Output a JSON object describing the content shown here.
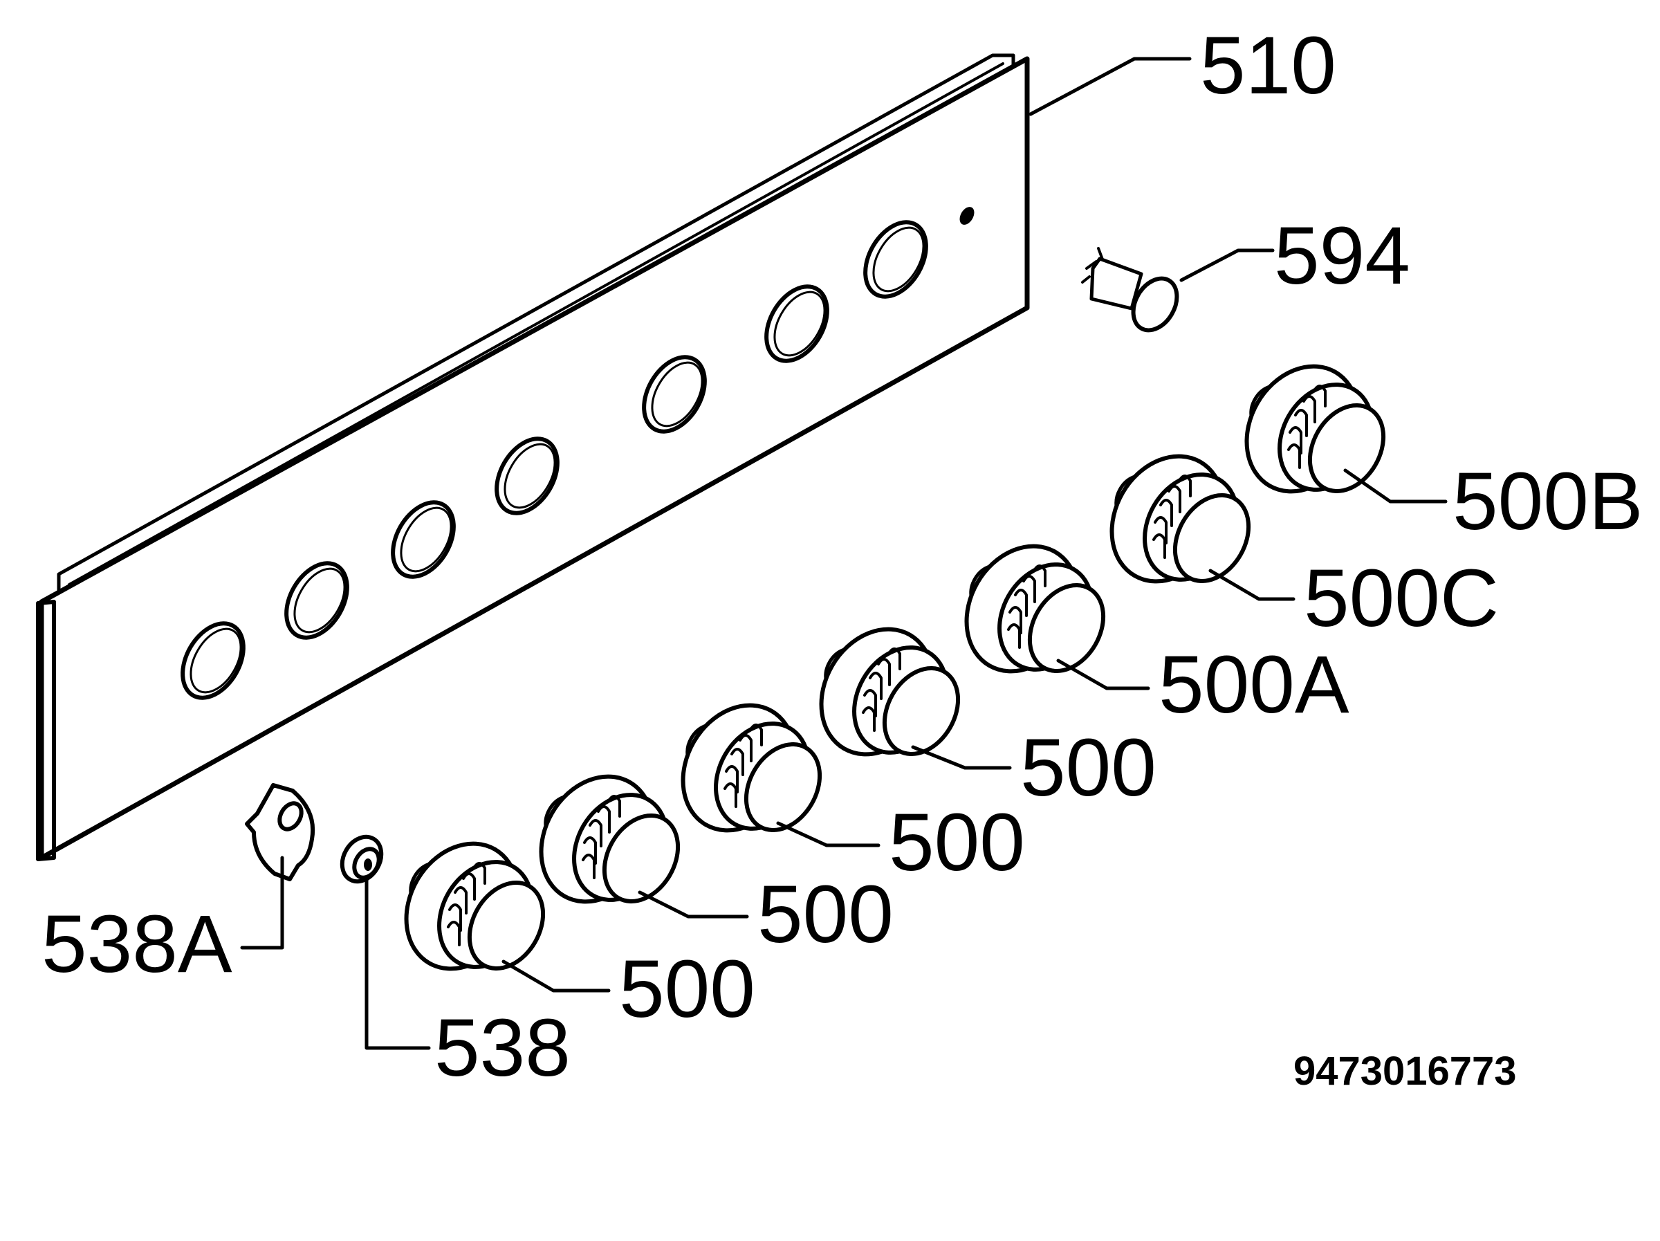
{
  "labels": {
    "panel": "510",
    "lamp": "594",
    "knob_b": "500B",
    "knob_c": "500C",
    "knob_a": "500A",
    "knob_1": "500",
    "knob_2": "500",
    "knob_3": "500",
    "knob_4": "500",
    "washer": "538A",
    "bush": "538",
    "drawing_number": "9473016773"
  },
  "colors": {
    "ink": "#000000",
    "paper": "#ffffff"
  }
}
